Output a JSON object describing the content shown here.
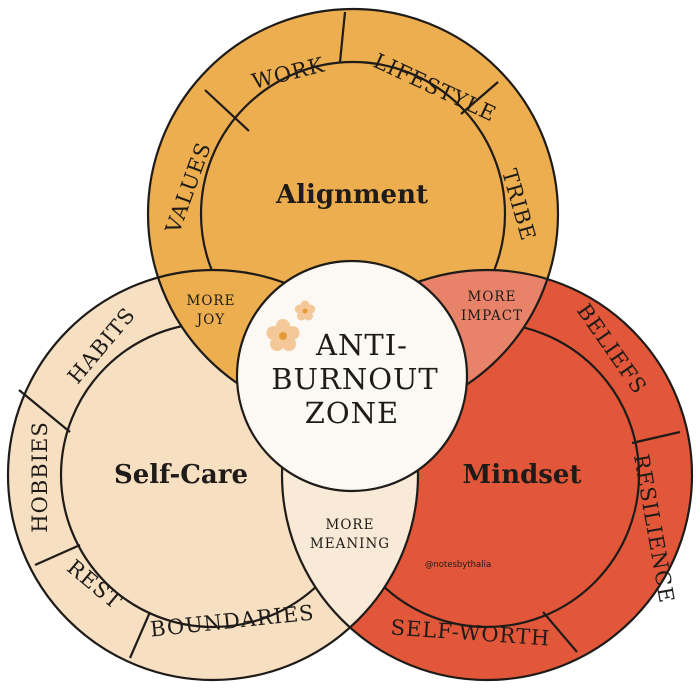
{
  "diagram": {
    "center": {
      "lines": [
        "ANTI-",
        "BURNOUT",
        "ZONE"
      ]
    },
    "circles": [
      {
        "id": "alignment",
        "title": "Alignment",
        "color": "#ECAE4E",
        "segments": [
          "VALUES",
          "WORK",
          "LIFESTYLE",
          "TRIBE"
        ]
      },
      {
        "id": "selfcare",
        "title": "Self-Care",
        "color": "#F7DFC2",
        "segments": [
          "HABITS",
          "HOBBIES",
          "REST",
          "BOUNDARIES"
        ]
      },
      {
        "id": "mindset",
        "title": "Mindset",
        "color": "#E2573A",
        "segments": [
          "BELIEFS",
          "RESILIENCE",
          "SELF-WORTH"
        ]
      }
    ],
    "overlaps": {
      "joy": {
        "lines": [
          "MORE",
          "JOY"
        ],
        "color": "#ECAE4E"
      },
      "impact": {
        "lines": [
          "MORE",
          "IMPACT"
        ],
        "color": "#E8836A"
      },
      "meaning": {
        "lines": [
          "MORE",
          "MEANING"
        ],
        "color": "#F9E9D7"
      }
    },
    "center_color": "#FCF9F5",
    "flower_color": "#F5C89A",
    "credit": "@notesbythalia"
  }
}
